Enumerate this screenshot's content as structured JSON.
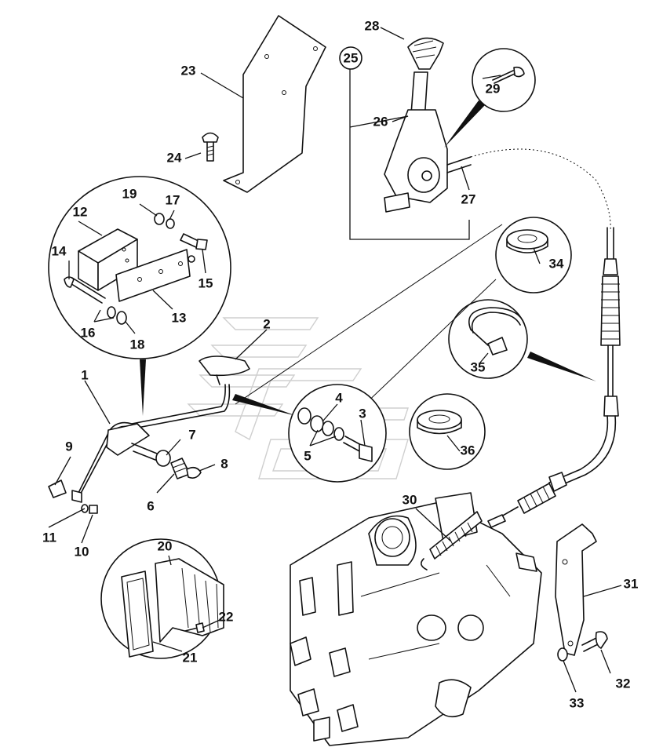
{
  "callouts": [
    "1",
    "2",
    "3",
    "4",
    "5",
    "6",
    "7",
    "8",
    "9",
    "10",
    "11",
    "12",
    "13",
    "14",
    "15",
    "16",
    "17",
    "18",
    "19",
    "20",
    "21",
    "22",
    "23",
    "24",
    "25",
    "26",
    "27",
    "28",
    "29",
    "30",
    "31",
    "32",
    "33",
    "34",
    "35",
    "36"
  ],
  "circled_callout": "25"
}
